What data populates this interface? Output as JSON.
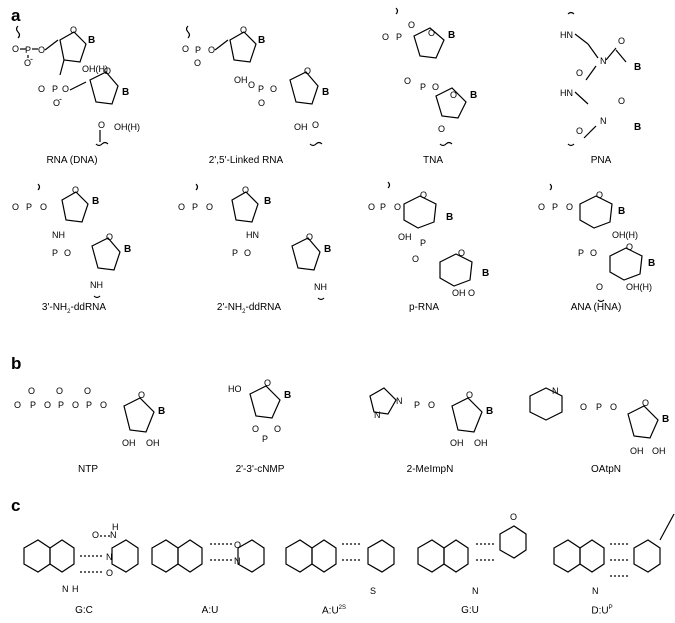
{
  "panels": {
    "a": "a",
    "b": "b",
    "c": "c"
  },
  "captions": {
    "rna": "RNA (DNA)",
    "linked": "2',5'-Linked RNA",
    "tna": "TNA",
    "pna": "PNA",
    "nh2_3": "3'-NH",
    "nh2_3_sub": "2",
    "nh2_3_rest": "-ddRNA",
    "nh2_2": "2'-NH",
    "nh2_2_sub": "2",
    "nh2_2_rest": "-ddRNA",
    "prna": "p-RNA",
    "ana": "ANA (HNA)",
    "ntp": "NTP",
    "cnmp": "2'-3'-cNMP",
    "meimp": "2-MeImpN",
    "oatp": "OAtpN",
    "gc": "G:C",
    "au": "A:U",
    "au2s": "A:U",
    "au2s_sup": "2S",
    "gu": "G:U",
    "dup": "D:U",
    "dup_sup": "P"
  },
  "atoms": {
    "O": "O",
    "P": "P",
    "Ominus": "O",
    "minus": "-",
    "B": "B",
    "OH": "OH",
    "OHH": "OH(H)",
    "NH": "NH",
    "HN": "HN",
    "N": "N",
    "H": "H",
    "S": "S",
    "H2N": "H",
    "HO": "HO"
  }
}
